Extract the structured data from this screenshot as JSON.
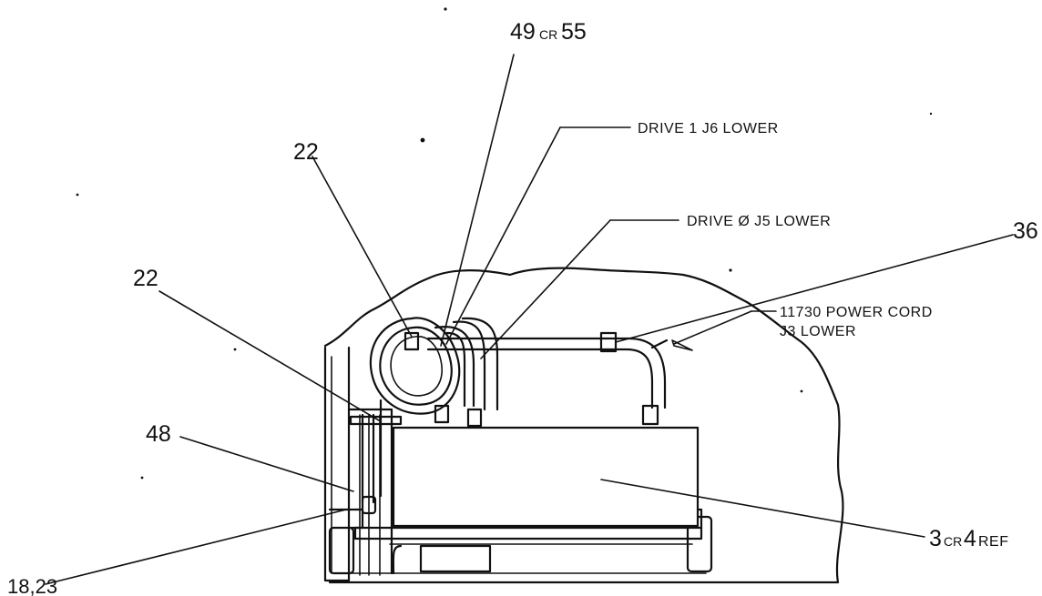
{
  "callouts": {
    "c49_main": "49",
    "c49_cr": "CR",
    "c49_alt": "55",
    "c22_top": "22",
    "c22_left": "22",
    "c48": "48",
    "c18_23": "18,23",
    "c36": "36",
    "drive1": "DRIVE 1 J6 LOWER",
    "drive0": "DRIVE Ø J5 LOWER",
    "power1": "11730 POWER CORD",
    "power2": "J3 LOWER",
    "c3_main": "3",
    "c3_cr": "CR",
    "c3_alt": "4",
    "c3_ref": "REF"
  }
}
